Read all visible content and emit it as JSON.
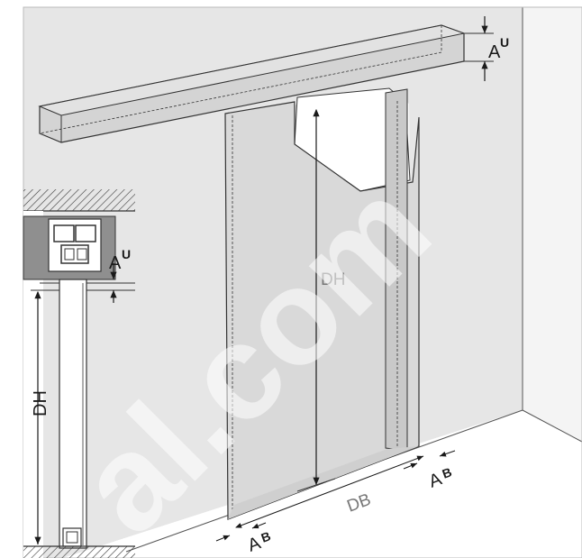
{
  "labels": {
    "rail_gap_main": "A",
    "rail_gap_main_sup": "U",
    "rail_gap_detail": "A",
    "rail_gap_detail_sup": "U",
    "door_height_main": "DH",
    "door_height_detail": "DH",
    "door_width": "DB",
    "side_gap_left": "A",
    "side_gap_left_sup": "B",
    "side_gap_right": "A",
    "side_gap_right_sup": "B"
  },
  "watermark": "al.com",
  "colors": {
    "wall": "#e9e9e9",
    "wall_right": "#f3f3f3",
    "line": "#1a1a1a",
    "opening": "#ffffff",
    "door": "#d6d6d6",
    "rail_dark": "#8a8a8a"
  }
}
